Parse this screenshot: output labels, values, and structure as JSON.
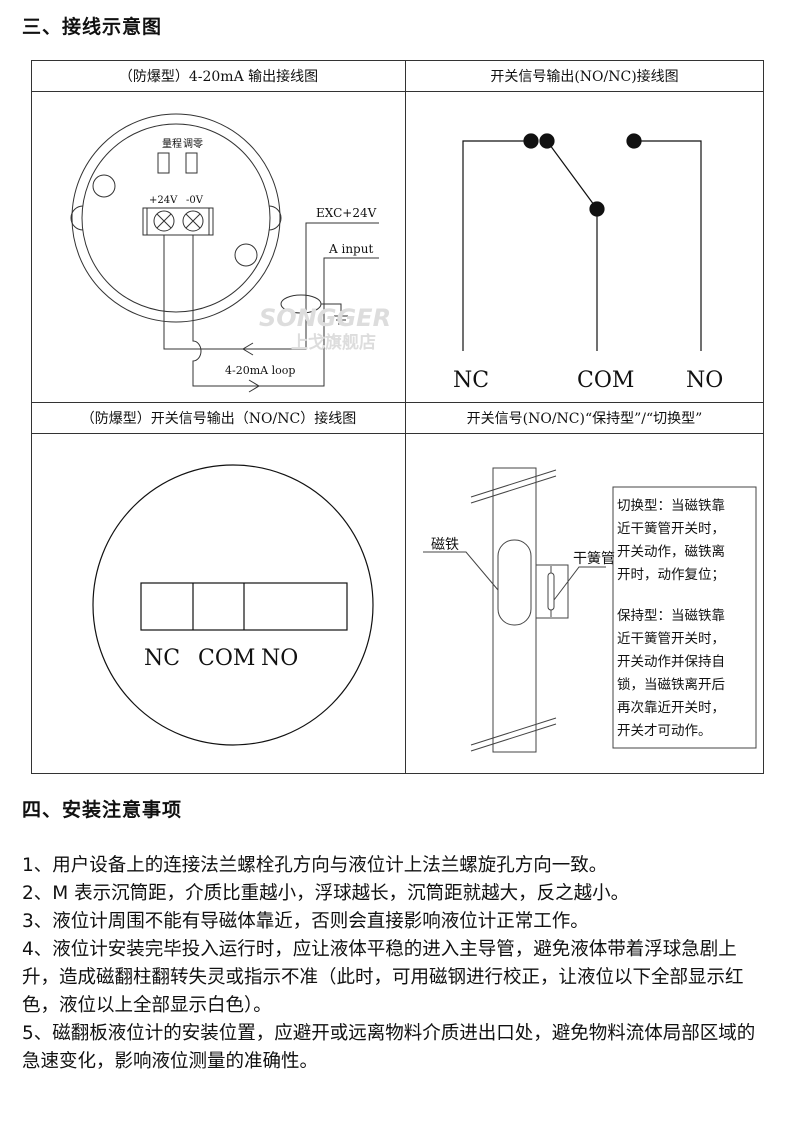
{
  "section3_title": "三、接线示意图",
  "cells": {
    "h1": "（防爆型）4-20mA 输出接线图",
    "h2": "开关信号输出(NO/NC)接线图",
    "h3": "（防爆型）开关信号输出（NO/NC）接线图",
    "h4": "开关信号(NO/NC)“保持型”/“切换型”"
  },
  "d1": {
    "range": "量程",
    "zero": "调零",
    "plus": "+24V",
    "minus": "-0V",
    "exc": "EXC+24V",
    "input": "A input",
    "loop": "4-20mA loop"
  },
  "d2": {
    "nc": "NC",
    "com": "COM",
    "no": "NO"
  },
  "d3": {
    "nc": "NC",
    "com": "COM",
    "no": "NO"
  },
  "d4": {
    "magnet": "磁铁",
    "reed": "干簧管",
    "desc": [
      "切换型：当磁铁靠",
      "近干簧管开关时，",
      "开关动作，磁铁离",
      "开时，动作复位；",
      "",
      "保持型：当磁铁靠",
      "近干簧管开关时，",
      "开关动作并保持自",
      "锁，当磁铁离开后",
      "再次靠近开关时，",
      "开关才可动作。"
    ]
  },
  "watermark": {
    "brand": "SONGGER",
    "cn": "上戈旗舰店"
  },
  "section4_title": "四、安装注意事项",
  "notes": [
    "1、用户设备上的连接法兰螺栓孔方向与液位计上法兰螺旋孔方向一致。",
    "2、M 表示沉筒距，介质比重越小，浮球越长，沉筒距就越大，反之越小。",
    "3、液位计周围不能有导磁体靠近，否则会直接影响液位计正常工作。",
    "4、液位计安装完毕投入运行时，应让液体平稳的进入主导管，避免液体带着浮球急剧上升，造成磁翻柱翻转失灵或指示不准（此时，可用磁钢进行校正，让液位以下全部显示红色，液位以上全部显示白色）。",
    "5、磁翻板液位计的安装位置，应避开或远离物料介质进出口处，避免物料流体局部区域的急速变化，影响液位测量的准确性。"
  ]
}
